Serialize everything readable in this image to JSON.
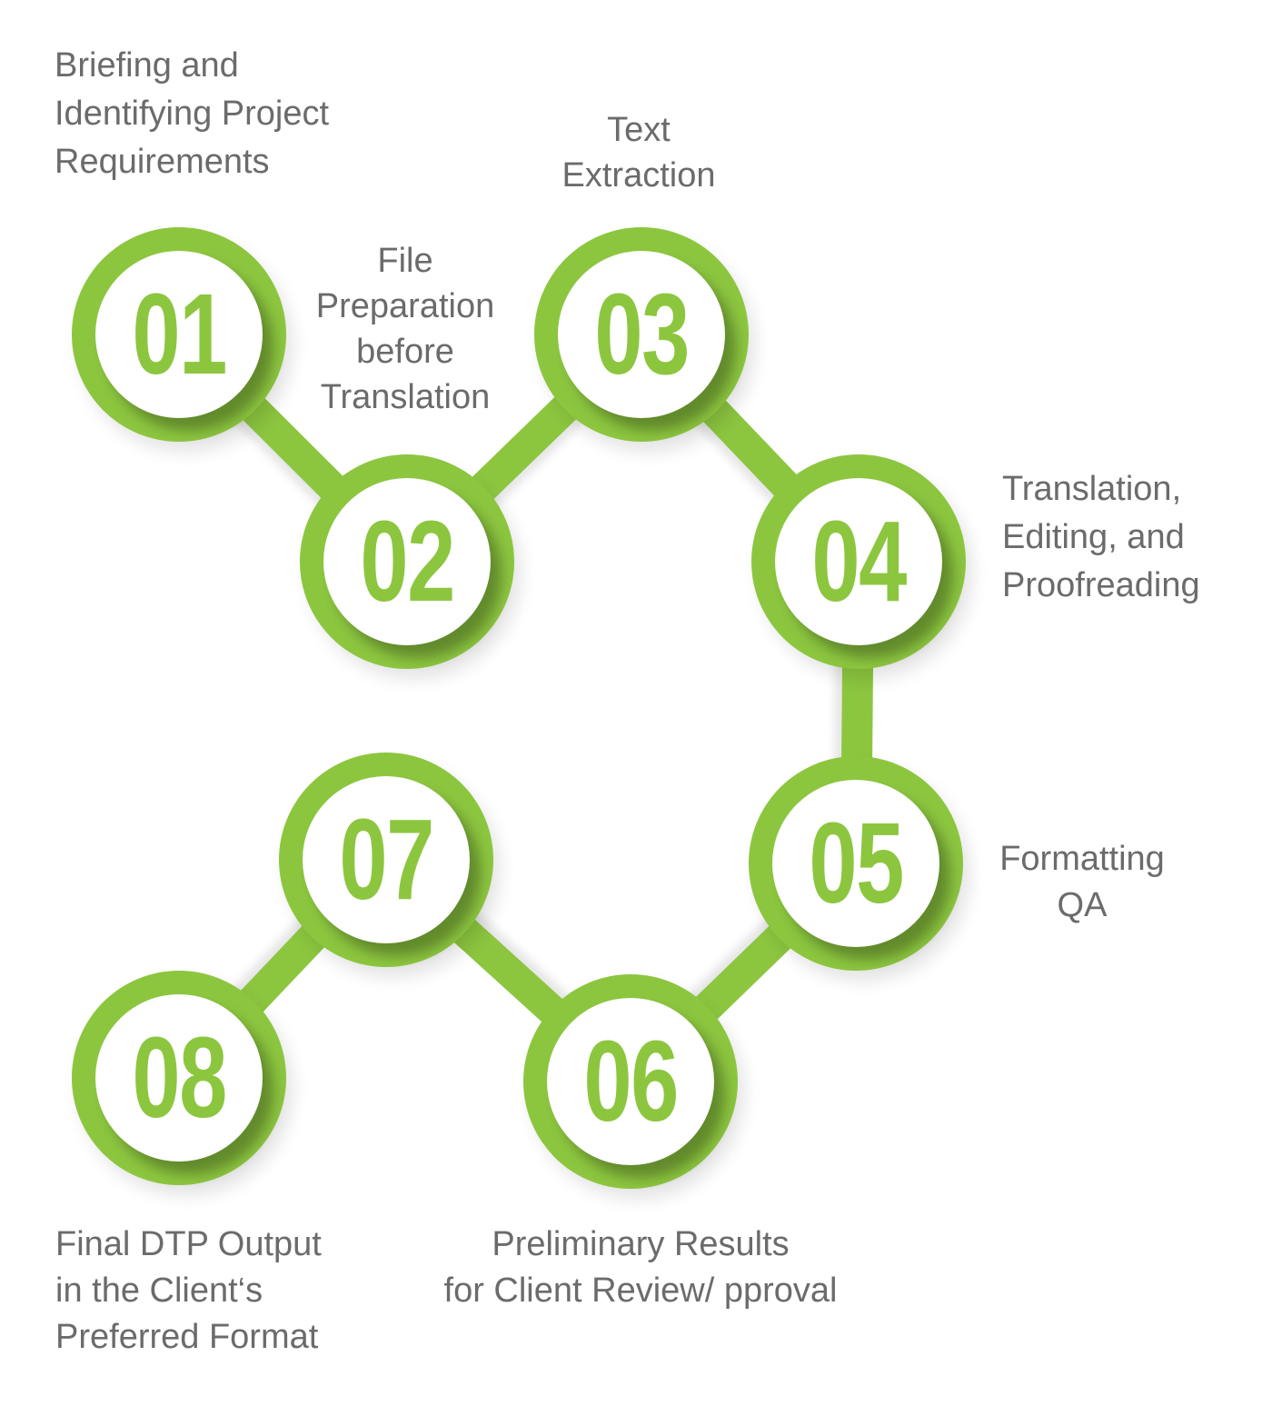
{
  "diagram": {
    "type": "process-flow",
    "accent_green": "#8cc63f",
    "label_gray": "#6b6b6d",
    "flow_order": [
      "01",
      "02",
      "03",
      "04",
      "05",
      "06",
      "07",
      "08"
    ],
    "steps": [
      {
        "number": "01",
        "label": "Briefing and\nIdentifying Project\nRequirements"
      },
      {
        "number": "02",
        "label": "File\nPreparation\nbefore\nTranslation"
      },
      {
        "number": "03",
        "label": "Text\nExtraction"
      },
      {
        "number": "04",
        "label": "Translation,\nEditing, and\nProofreading"
      },
      {
        "number": "05",
        "label": "Formatting\nQA"
      },
      {
        "number": "06",
        "label": "Preliminary Results\nfor Client Review/ pproval"
      },
      {
        "number": "07",
        "label": ""
      },
      {
        "number": "08",
        "label": "Final DTP Output\nin the Client‘s\nPreferred Format"
      }
    ]
  }
}
